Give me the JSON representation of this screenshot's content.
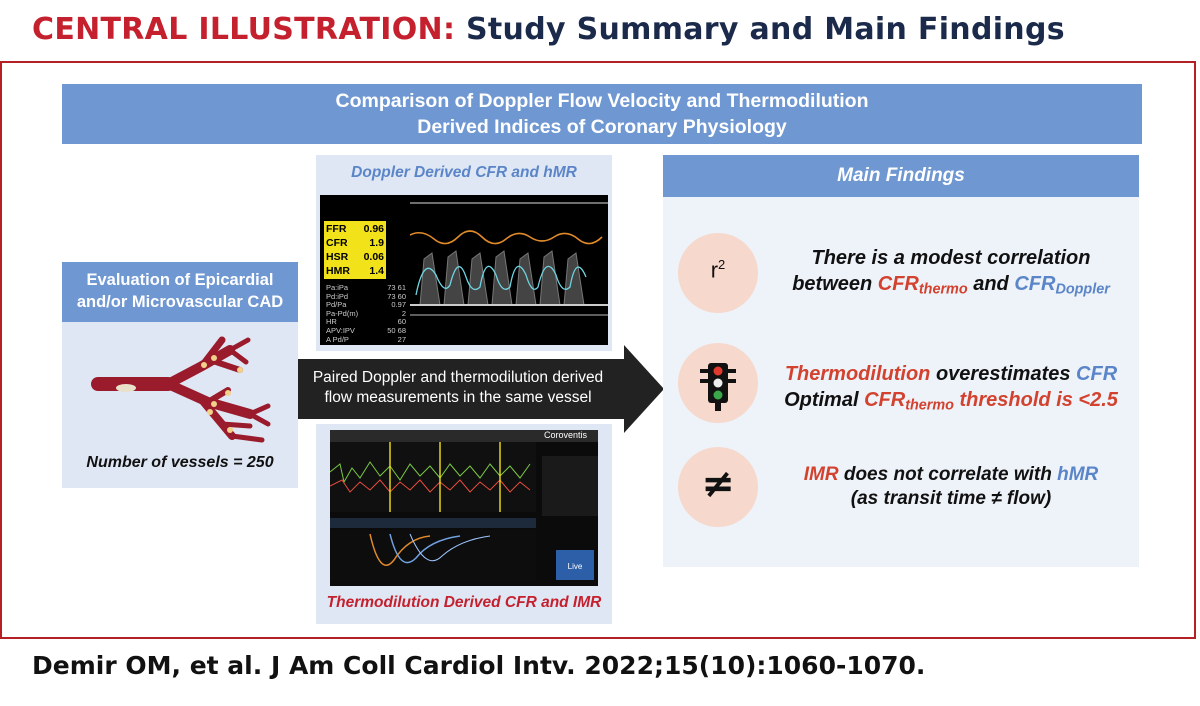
{
  "header": {
    "label": "CENTRAL ILLUSTRATION:",
    "title": "Study Summary and Main Findings"
  },
  "banner": {
    "line1": "Comparison of Doppler Flow Velocity and Thermodilution",
    "line2": "Derived Indices of Coronary Physiology"
  },
  "left_panel": {
    "heading_line1": "Evaluation of Epicardial",
    "heading_line2": "and/or Microvascular CAD",
    "count": "Number of vessels = 250"
  },
  "doppler_panel": {
    "caption": "Doppler Derived CFR and hMR",
    "readouts": [
      {
        "label": "FFR",
        "value": "0.96"
      },
      {
        "label": "CFR",
        "value": "1.9"
      },
      {
        "label": "HSR",
        "value": "0.06"
      },
      {
        "label": "HMR",
        "value": "1.4"
      }
    ],
    "extra_rows": [
      {
        "label": "Pa:iPa",
        "value": "73 61"
      },
      {
        "label": "Pd:iPd",
        "value": "73 60"
      },
      {
        "label": "Pd/Pa",
        "value": "0.97"
      },
      {
        "label": "Pa-Pd(m)",
        "value": "2"
      },
      {
        "label": "HR",
        "value": "60"
      },
      {
        "label": "APV:IPV",
        "value": "50 68"
      },
      {
        "label": "A Pd/P",
        "value": "27"
      }
    ]
  },
  "arrow": {
    "line1": "Paired Doppler and thermodilution derived",
    "line2": "flow measurements in the same vessel"
  },
  "thermo_panel": {
    "caption": "Thermodilution Derived CFR and IMR",
    "brand": "Coroventis",
    "live_label": "Live"
  },
  "findings": {
    "heading": "Main Findings",
    "items": [
      {
        "icon": "r-squared-icon",
        "symbol": "r",
        "line1": "There is a modest correlation",
        "line2_pre": "between ",
        "cfr": "CFR",
        "sub_thermo": "thermo",
        "and": " and ",
        "sub_doppler": "Doppler"
      },
      {
        "icon": "traffic-light-icon",
        "line1_red": "Thermodilution",
        "line1_mid": " overestimates ",
        "line1_blue": "CFR",
        "line2_pre": "Optimal ",
        "cfr": "CFR",
        "sub_thermo": "thermo",
        "line2_post": " threshold is <2.5"
      },
      {
        "icon": "not-equal-icon",
        "symbol": "≠",
        "line1_red": "IMR",
        "line1_mid": " does not correlate with ",
        "line1_blue": "hMR",
        "line2": "(as transit time ≠ flow)"
      }
    ]
  },
  "citation": "Demir OM, et al. J Am Coll Cardiol Intv. 2022;15(10):1060-1070.",
  "colors": {
    "brand_red": "#c5202e",
    "navy": "#1b2a4a",
    "blue": "#6f97d2",
    "accent_red": "#d2422e",
    "accent_blue": "#5a85c8",
    "circle": "#f6d9cc"
  }
}
